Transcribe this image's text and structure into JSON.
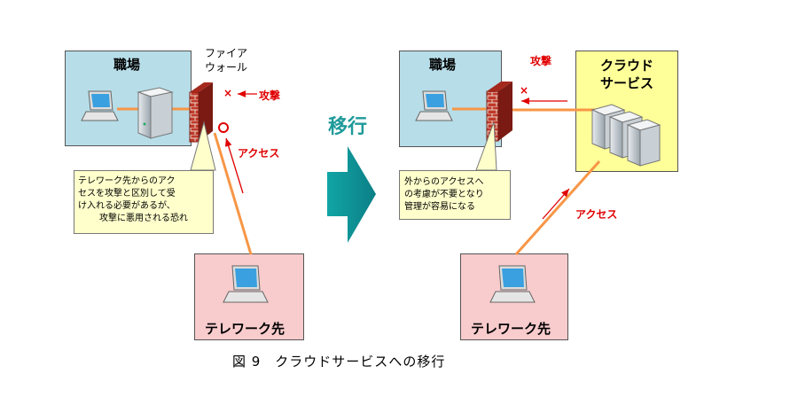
{
  "left": {
    "office_label": "職場",
    "firewall_label_line1": "ファイア",
    "firewall_label_line2": "ウォール",
    "attack_label": "攻撃",
    "access_label": "アクセス",
    "note_lines": [
      "テレワーク先からのアク",
      "セスを攻撃と区別して受",
      "け入れる必要があるが、",
      "攻撃に悪用される恐れ"
    ],
    "telework_label": "テレワーク先"
  },
  "middle": {
    "migrate_label": "移行"
  },
  "right": {
    "office_label": "職場",
    "attack_label": "攻撃",
    "cloud_label_line1": "クラウド",
    "cloud_label_line2": "サービス",
    "access_label": "アクセス",
    "note_lines": [
      "外からのアクセスへ",
      "の考慮が不要となり",
      "管理が容易になる"
    ],
    "telework_label": "テレワーク先"
  },
  "caption": "図 9　クラウドサービスへの移行",
  "colors": {
    "office": "#b7dde8",
    "telework": "#f8cbcc",
    "cloud": "#ffff99",
    "connection": "#f79646",
    "arrow_teal": "#1f9a9a",
    "attack_red": "#e00000"
  },
  "icons": [
    "laptop-icon",
    "server-icon",
    "firewall-icon",
    "server-cluster-icon",
    "block-x-icon",
    "allow-circle-icon",
    "big-arrow-icon"
  ]
}
